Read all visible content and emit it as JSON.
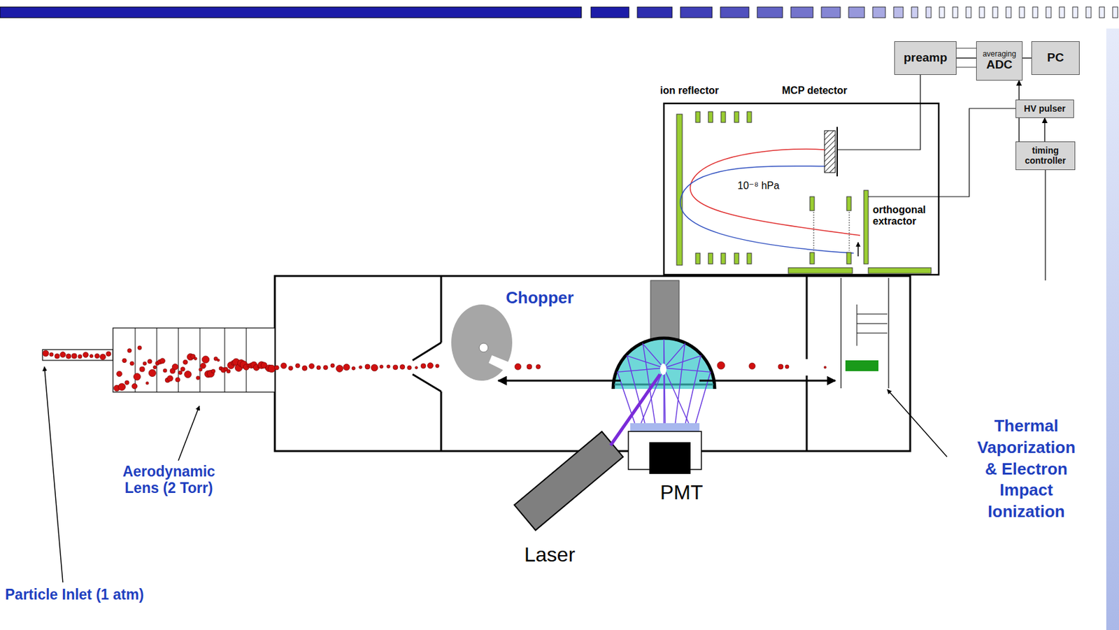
{
  "diagram": {
    "nodes": [
      {
        "text": [
          "preamp"
        ]
      },
      {
        "text": [
          "averaging",
          "ADC"
        ]
      },
      {
        "text": [
          "PC"
        ]
      },
      {
        "text": [
          "HV pulser"
        ]
      },
      {
        "text": [
          "timing controller"
        ]
      }
    ],
    "edges": [
      {
        "from": 0,
        "to": 1,
        "arrow": "none"
      },
      {
        "from": 1,
        "to": 2,
        "arrow": "none"
      },
      {
        "from": 4,
        "to": 3,
        "arrow": "to"
      },
      {
        "from": 4,
        "to": 1,
        "arrow": "to"
      }
    ],
    "labels": [
      "ion reflector",
      "MCP detector",
      "10⁻⁸ hPa",
      "orthogonal extractor",
      "Chopper",
      "PMT",
      "Laser",
      "Particle Inlet (1 atm)",
      "Aerodynamic Lens (2 Torr)",
      "Thermal Vaporization & Electron Impact Ionization"
    ]
  }
}
